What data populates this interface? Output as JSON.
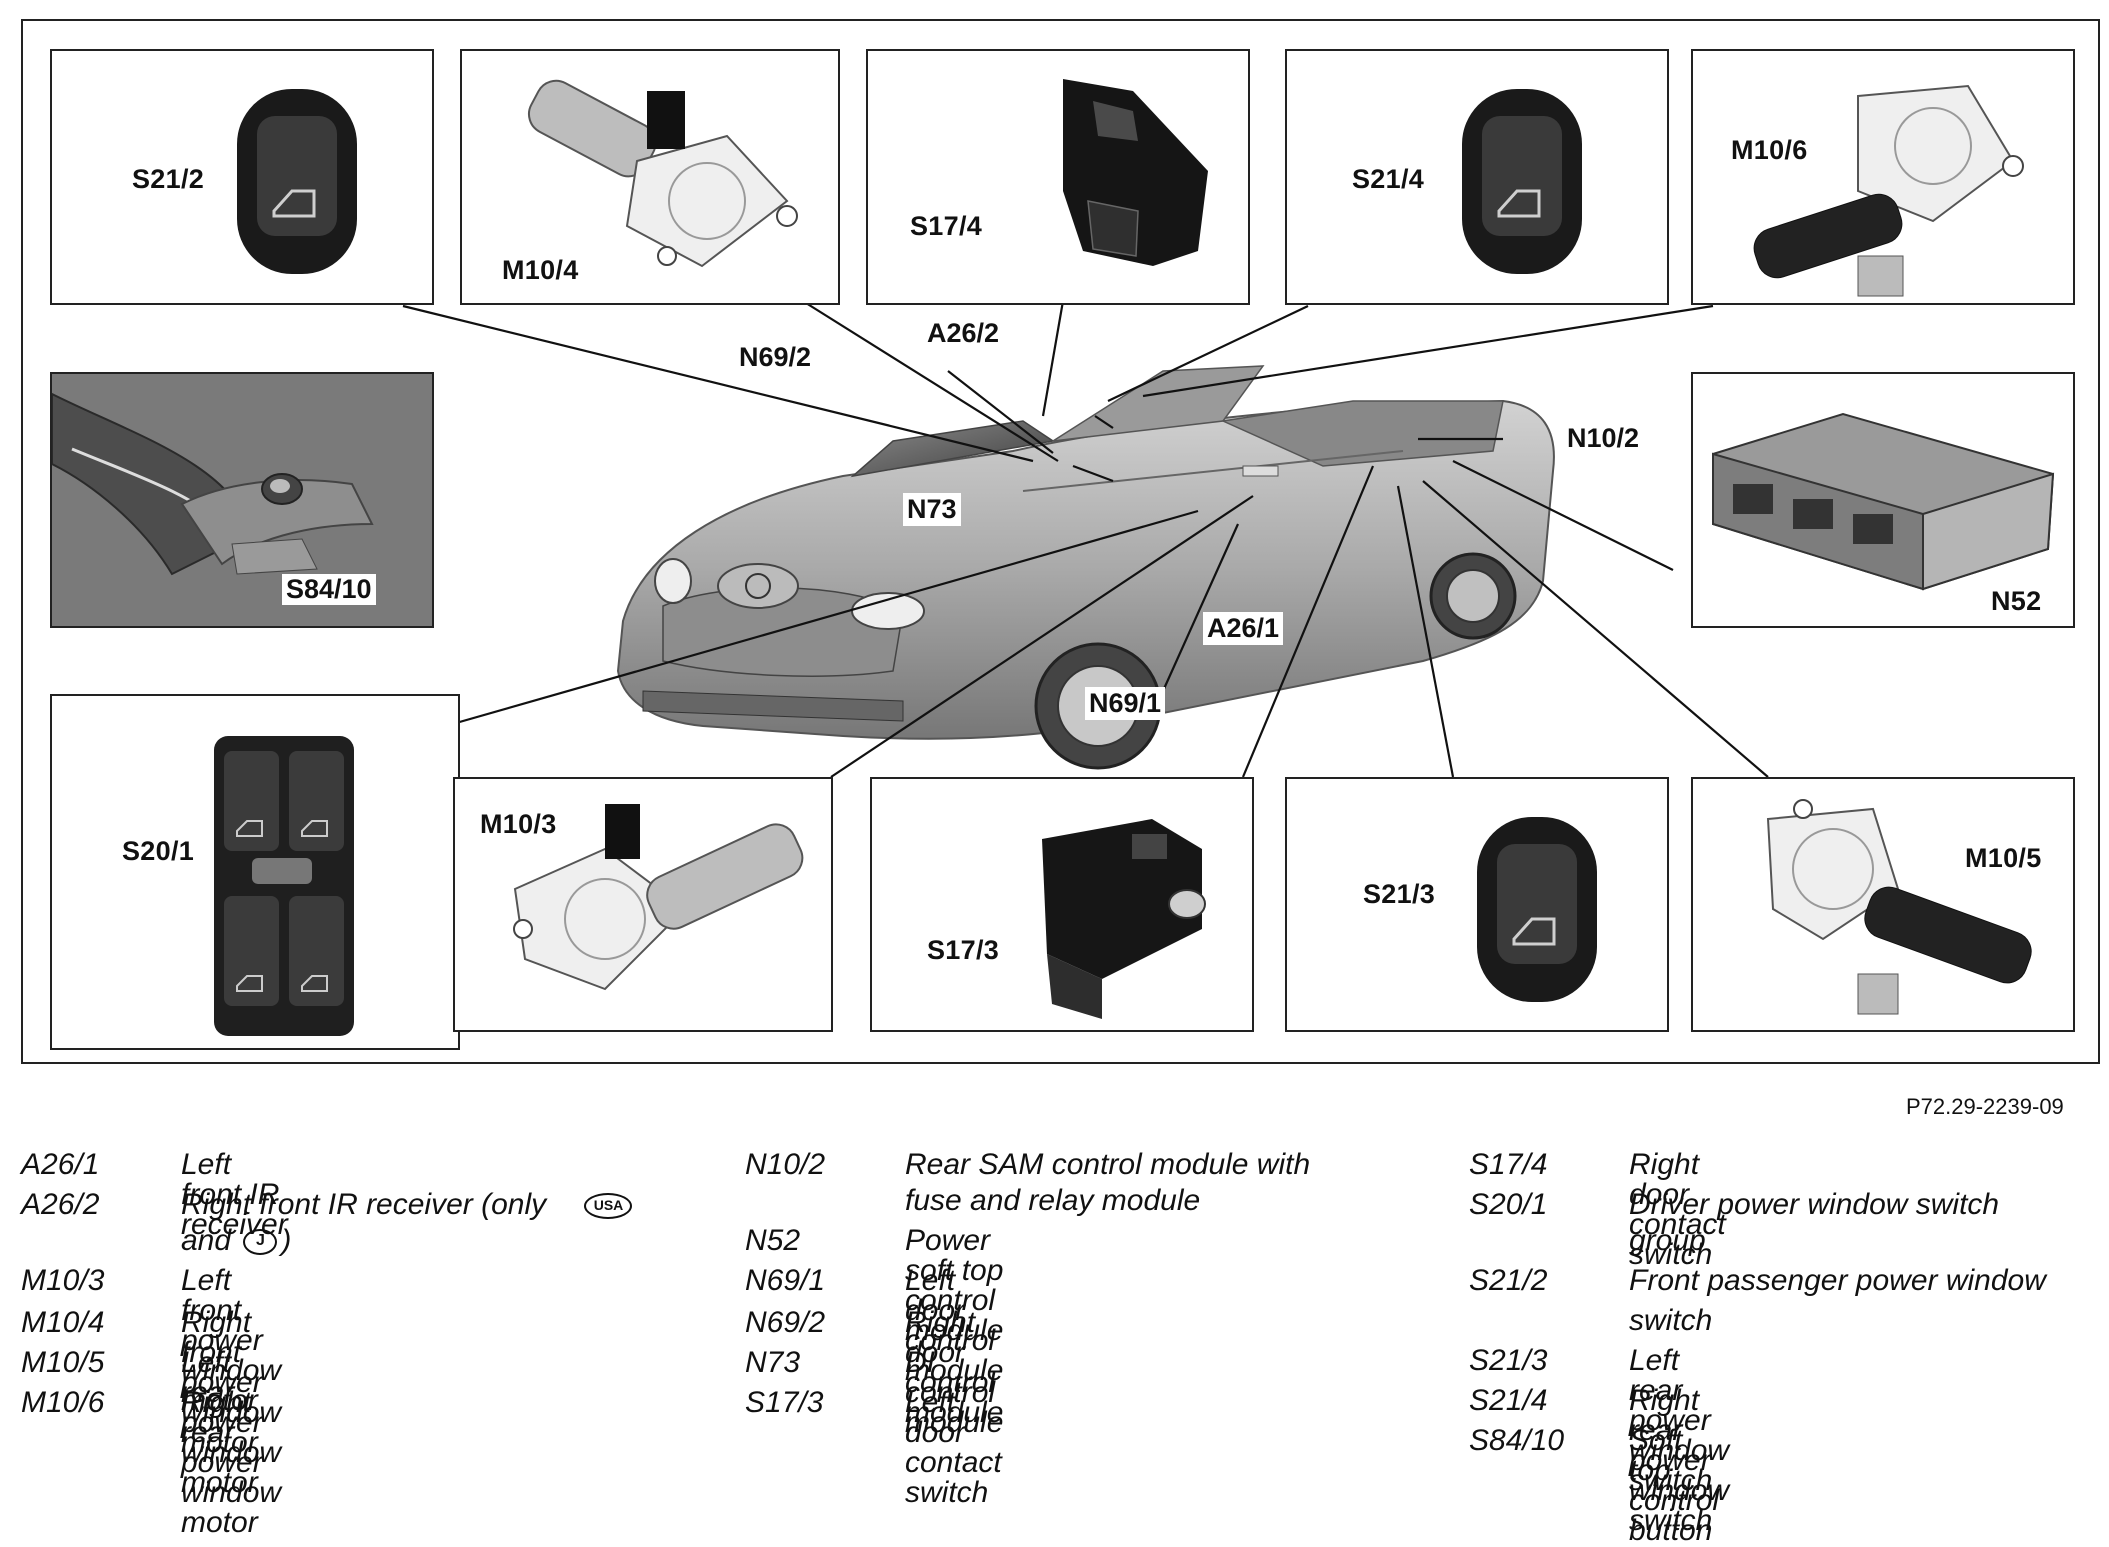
{
  "figure": {
    "reference_code": "P72.29-2239-09",
    "panels": {
      "s21_2": "S21/2",
      "m10_4": "M10/4",
      "s17_4": "S17/4",
      "s21_4": "S21/4",
      "m10_6": "M10/6",
      "s84_10": "S84/10",
      "n52": "N52",
      "s20_1": "S20/1",
      "m10_3": "M10/3",
      "s17_3": "S17/3",
      "s21_3": "S21/3",
      "m10_5": "M10/5"
    },
    "callouts": {
      "n69_2": "N69/2",
      "a26_2": "A26/2",
      "n73": "N73",
      "n10_2": "N10/2",
      "a26_1": "A26/1",
      "n69_1": "N69/1"
    }
  },
  "legend": {
    "col1": [
      {
        "code": "A26/1",
        "desc": "Left front IR receiver"
      },
      {
        "code": "A26/2",
        "desc_line1": "Right front IR receiver (only",
        "badge1": "USA",
        "desc_line2_prefix": "and",
        "badge2": "J",
        "desc_line2_suffix": ")"
      },
      {
        "code": "M10/3",
        "desc": "Left front power window motor"
      },
      {
        "code": "M10/4",
        "desc": "Right front power window motor"
      },
      {
        "code": "M10/5",
        "desc": "Left rear power window motor"
      },
      {
        "code": "M10/6",
        "desc": "Right rear power window motor"
      }
    ],
    "col2": [
      {
        "code": "N10/2",
        "desc_line1": "Rear SAM control module with",
        "desc_line2": "fuse and relay module"
      },
      {
        "code": "N52",
        "desc": "Power soft top control module"
      },
      {
        "code": "N69/1",
        "desc": "Left door control module"
      },
      {
        "code": "N69/2",
        "desc": "Right door control module"
      },
      {
        "code": "N73",
        "desc": "DI control module"
      },
      {
        "code": "S17/3",
        "desc": "Left door contact switch"
      }
    ],
    "col3": [
      {
        "code": "S17/4",
        "desc": "Right door contact switch"
      },
      {
        "code": "S20/1",
        "desc_line1": "Driver power window switch",
        "desc_line2": "group"
      },
      {
        "code": "S21/2",
        "desc_line1": "Front passenger power window",
        "desc_line2": "switch"
      },
      {
        "code": "S21/3",
        "desc": "Left rear power window switch"
      },
      {
        "code": "S21/4",
        "desc": "Right rear power window switch"
      },
      {
        "code": "S84/10",
        "desc": "Soft top control button"
      }
    ]
  }
}
